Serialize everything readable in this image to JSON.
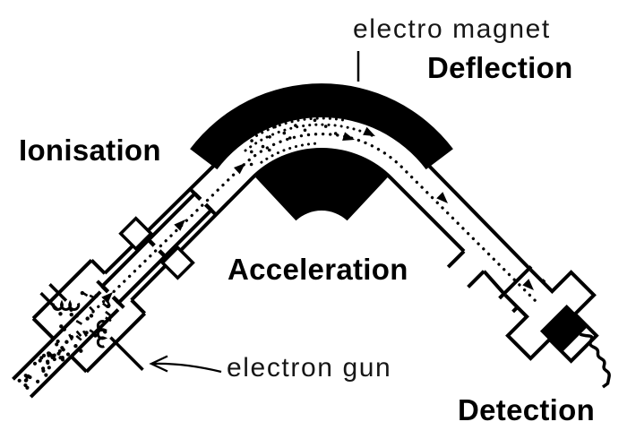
{
  "diagram": {
    "type": "mass-spectrometer-schematic",
    "labels": {
      "electro_magnet": "electro magnet",
      "deflection": "Deflection",
      "ionisation": "Ionisation",
      "acceleration": "Acceleration",
      "electron_gun": "electron gun",
      "detection": "Detection"
    },
    "colors": {
      "ink": "#000000",
      "background": "#ffffff"
    }
  }
}
